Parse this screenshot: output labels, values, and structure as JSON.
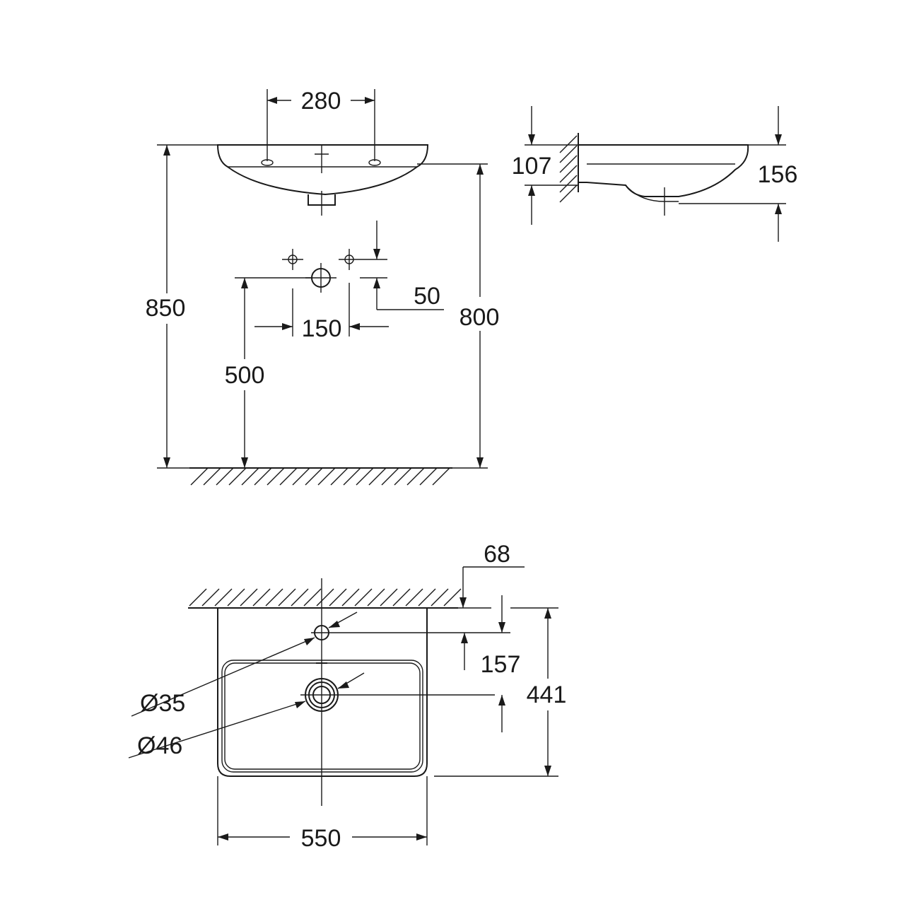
{
  "front_view": {
    "tap_hole_spacing": "280",
    "overall_height": "850",
    "rim_height": "800",
    "waste_height": "500",
    "supply_spacing": "150",
    "supply_offset": "50"
  },
  "side_view": {
    "wall_depth_top": "107",
    "bowl_depth": "156"
  },
  "plan_view": {
    "wall_to_tap_hole": "68",
    "tap_hole_to_waste": "157",
    "overall_depth": "441",
    "overall_width": "550",
    "tap_hole_diameter": "Ø35",
    "waste_diameter": "Ø46"
  }
}
